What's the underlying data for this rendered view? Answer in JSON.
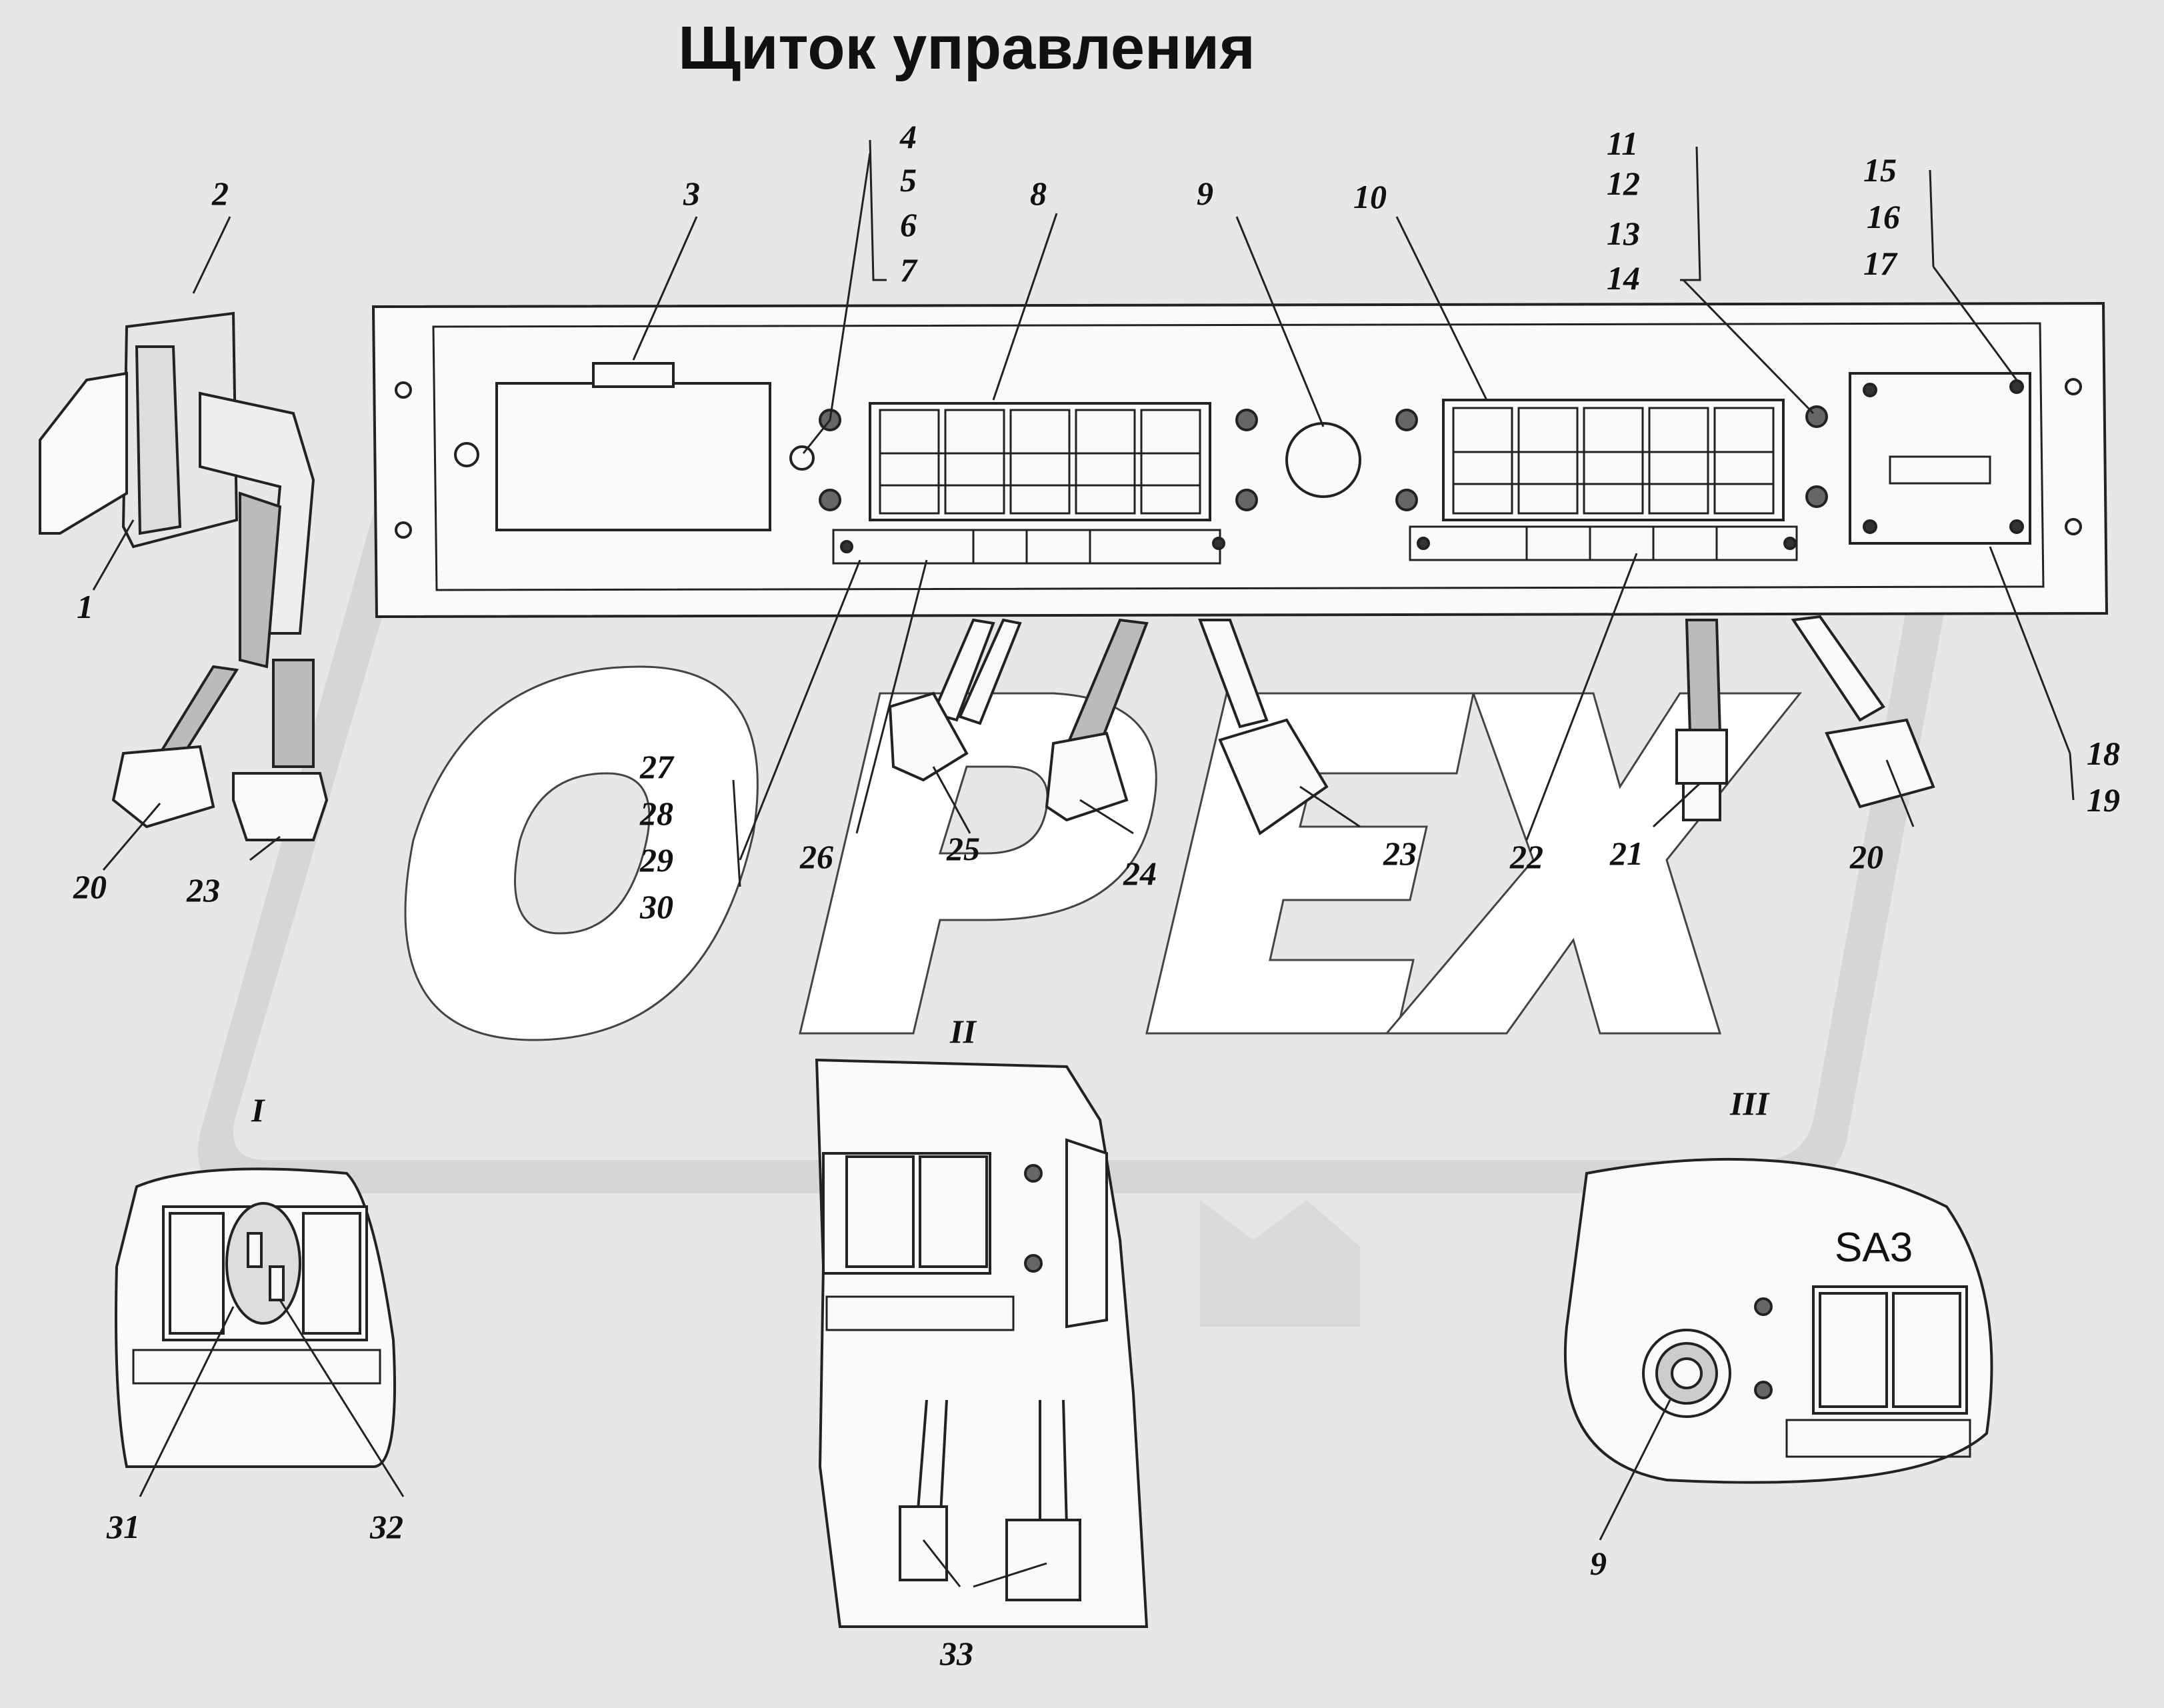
{
  "title": "Щиток управления",
  "watermark": "OPEX",
  "panel_label": "SA3",
  "views": [
    "I",
    "II",
    "III"
  ],
  "callouts": [
    "1",
    "2",
    "3",
    "4",
    "5",
    "6",
    "7",
    "8",
    "9",
    "10",
    "11",
    "12",
    "13",
    "14",
    "15",
    "16",
    "17",
    "18",
    "19",
    "20",
    "21",
    "22",
    "23",
    "24",
    "25",
    "26",
    "27",
    "28",
    "29",
    "30",
    "31",
    "32",
    "33"
  ],
  "colors": {
    "background": "#e7e7e7",
    "watermark": "#cfcfcf",
    "line": "#222222",
    "panel": "#fafafa"
  }
}
